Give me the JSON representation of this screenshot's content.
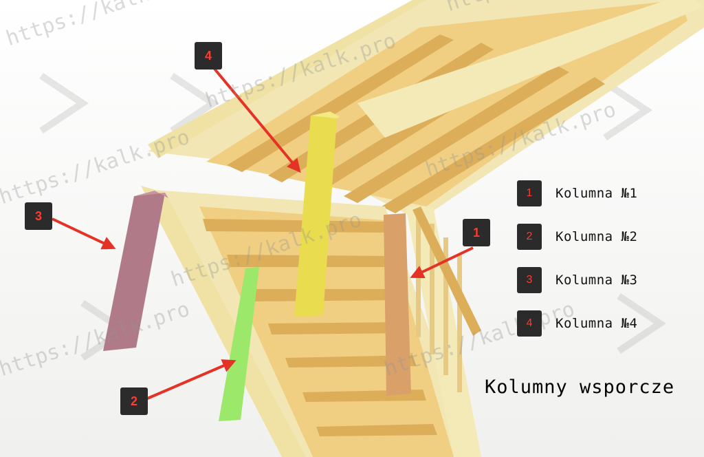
{
  "watermark": "https://kalk.pro",
  "caption": "Kolumny wsporcze",
  "colors": {
    "arrow": "#e53226",
    "badge_bg": "#2b2b2b",
    "badge_text": "#ff3b30",
    "column_1": "#d9a06a",
    "column_2": "#9be86a",
    "column_3": "#b07a88",
    "column_4": "#e9dc4e",
    "wood": "#f0cf82",
    "wood_dark": "#dcae5a",
    "frame": "#f2e7b4"
  },
  "markers": [
    {
      "number": "1"
    },
    {
      "number": "2"
    },
    {
      "number": "3"
    },
    {
      "number": "4"
    }
  ],
  "legend": [
    {
      "number": "1",
      "label": "Kolumna №1"
    },
    {
      "number": "2",
      "label": "Kolumna №2"
    },
    {
      "number": "3",
      "label": "Kolumna №3"
    },
    {
      "number": "4",
      "label": "Kolumna №4"
    }
  ]
}
